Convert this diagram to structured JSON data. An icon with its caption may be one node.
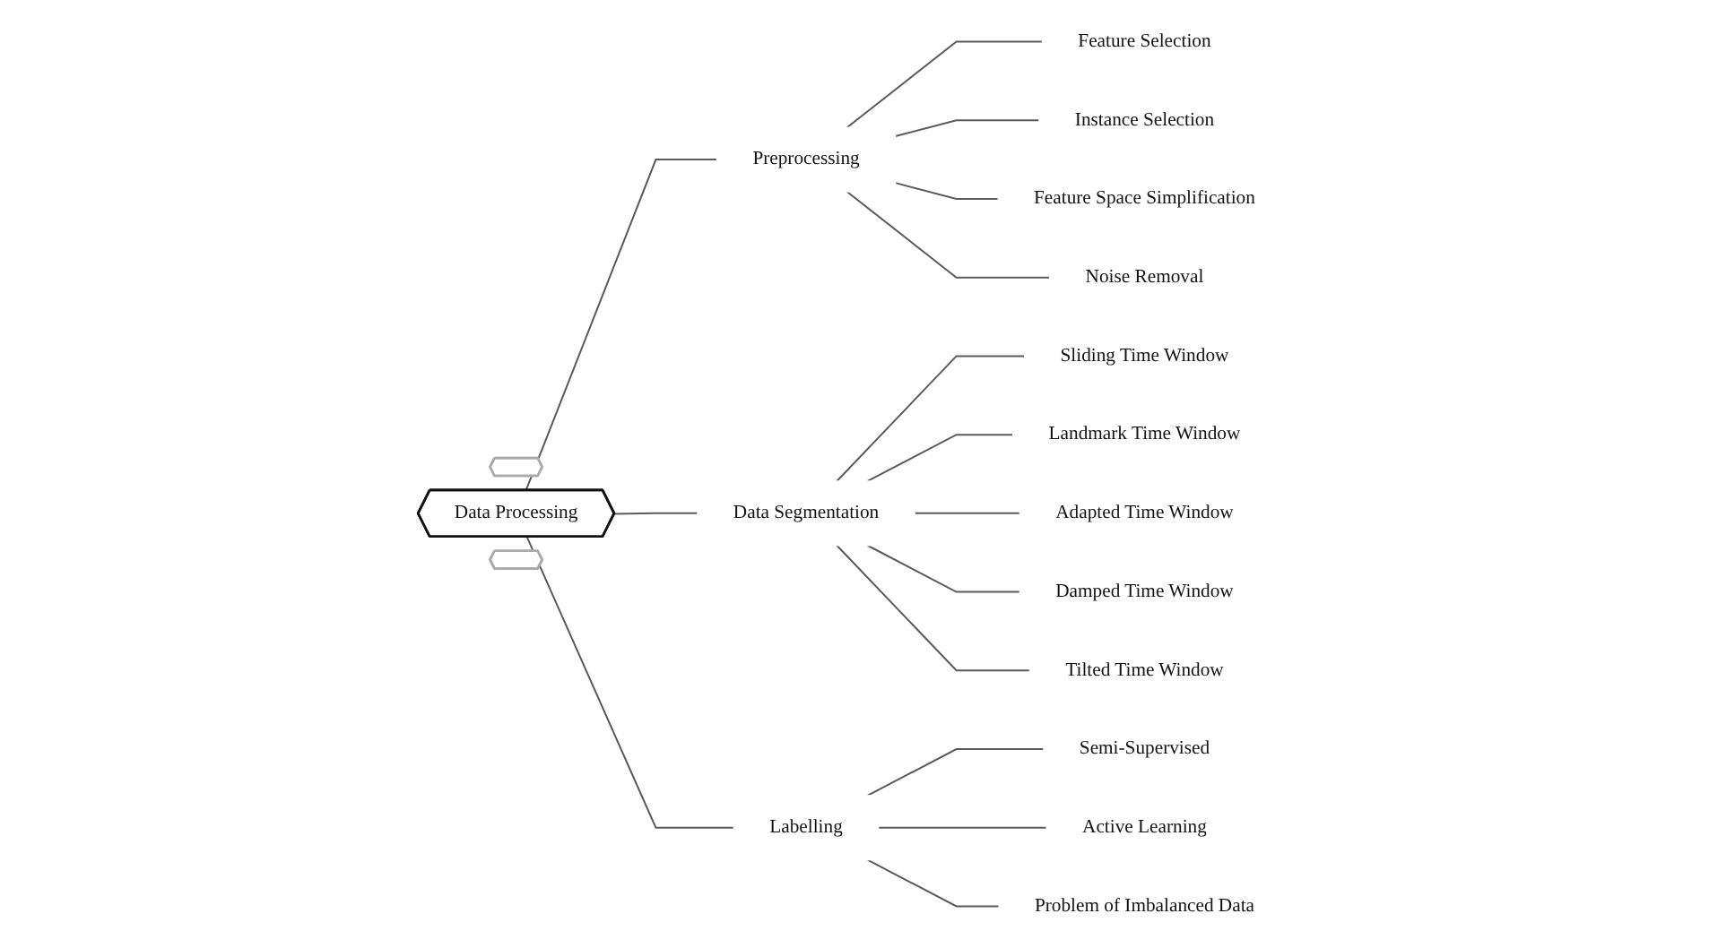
{
  "diagram": {
    "nodes": [
      {
        "text": [],
        "shape": "chevron"
      },
      {
        "text": [
          "Data Processing"
        ]
      },
      {
        "text": [],
        "shape": "chevron"
      },
      {
        "text": [
          "Preprocessing"
        ]
      },
      {
        "text": [
          "Feature Selection"
        ]
      },
      {
        "text": [
          "Instance Selection"
        ]
      },
      {
        "text": [
          "Feature Space Simplification"
        ]
      },
      {
        "text": [
          "Noise Removal"
        ]
      },
      {
        "text": [
          "Data Segmentation"
        ]
      },
      {
        "text": [
          "Sliding Time Window"
        ]
      },
      {
        "text": [
          "Landmark Time Window"
        ]
      },
      {
        "text": [
          "Adapted Time Window"
        ]
      },
      {
        "text": [
          "Damped Time Window"
        ]
      },
      {
        "text": [
          "Tilted Time Window"
        ]
      },
      {
        "text": [
          "Labelling"
        ]
      },
      {
        "text": [
          "Semi-Supervised"
        ]
      },
      {
        "text": [
          "Active Learning"
        ]
      },
      {
        "text": [
          "Problem of Imbalanced Data"
        ]
      }
    ],
    "edges": [
      {
        "from": 1,
        "to": 3,
        "arrow": "none"
      },
      {
        "from": 1,
        "to": 8,
        "arrow": "none"
      },
      {
        "from": 1,
        "to": 14,
        "arrow": "none"
      },
      {
        "from": 3,
        "to": 4,
        "arrow": "none"
      },
      {
        "from": 3,
        "to": 5,
        "arrow": "none"
      },
      {
        "from": 3,
        "to": 6,
        "arrow": "none"
      },
      {
        "from": 3,
        "to": 7,
        "arrow": "none"
      },
      {
        "from": 8,
        "to": 9,
        "arrow": "none"
      },
      {
        "from": 8,
        "to": 10,
        "arrow": "none"
      },
      {
        "from": 8,
        "to": 11,
        "arrow": "none"
      },
      {
        "from": 8,
        "to": 12,
        "arrow": "none"
      },
      {
        "from": 8,
        "to": 13,
        "arrow": "none"
      },
      {
        "from": 14,
        "to": 15,
        "arrow": "none"
      },
      {
        "from": 14,
        "to": 16,
        "arrow": "none"
      },
      {
        "from": 14,
        "to": 17,
        "arrow": "none"
      }
    ]
  }
}
